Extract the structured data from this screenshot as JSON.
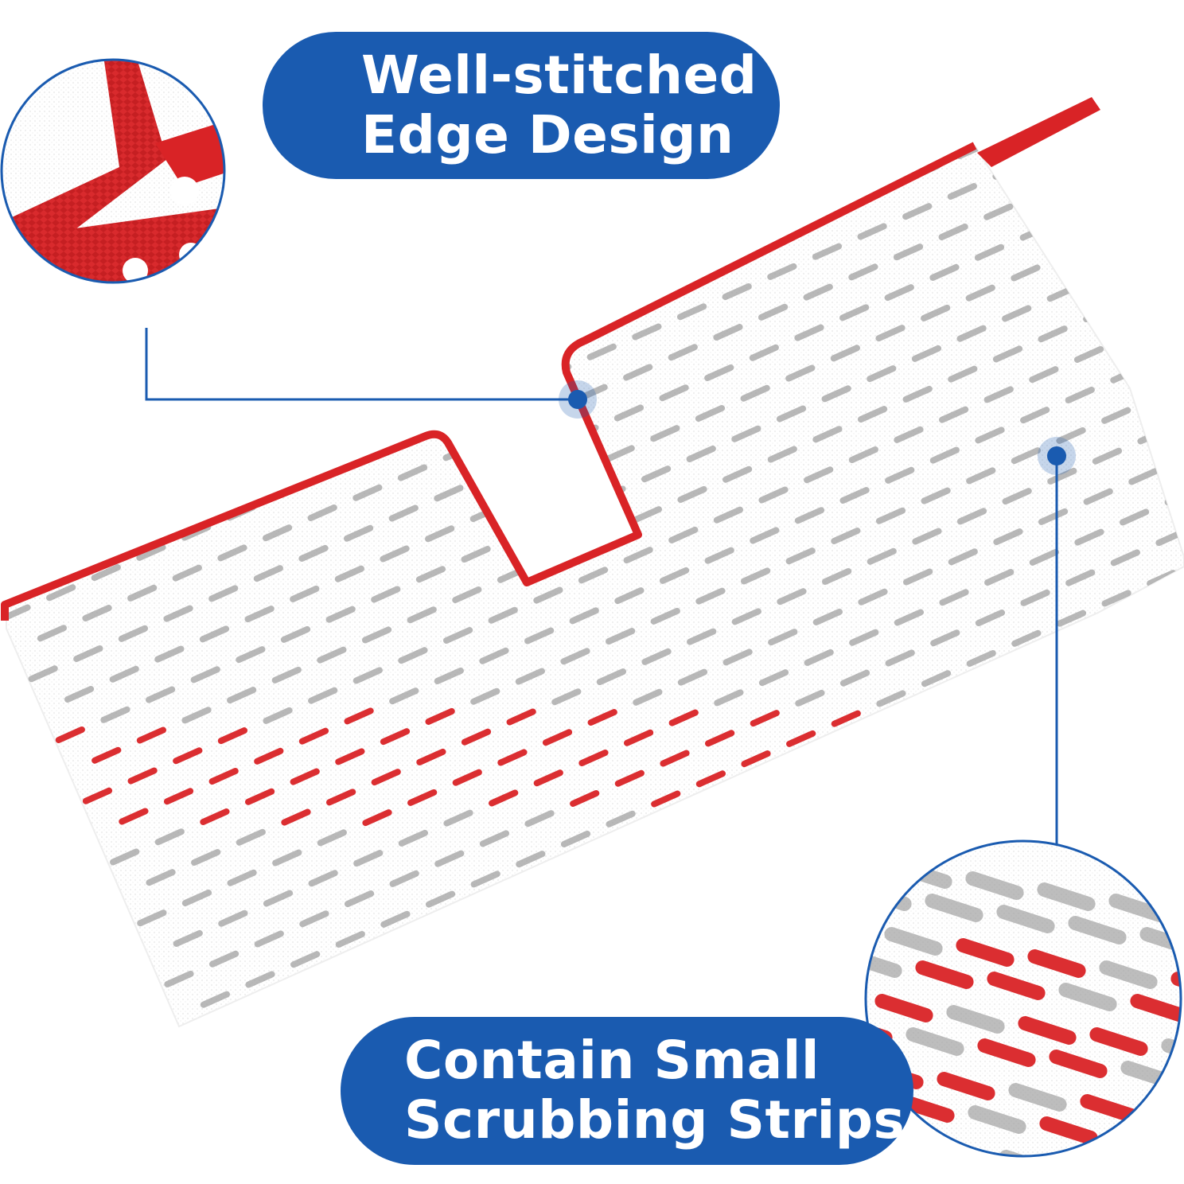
{
  "callouts": {
    "edge": {
      "line1": "Well-stitched",
      "line2": "Edge Design"
    },
    "strips": {
      "line1": "Contain Small",
      "line2": "Scrubbing Strips"
    }
  },
  "colors": {
    "accent_blue": "#1a5bb0",
    "pad_red": "#d92326",
    "pad_gray": "#9a9a9a",
    "pad_white": "#ffffff"
  }
}
